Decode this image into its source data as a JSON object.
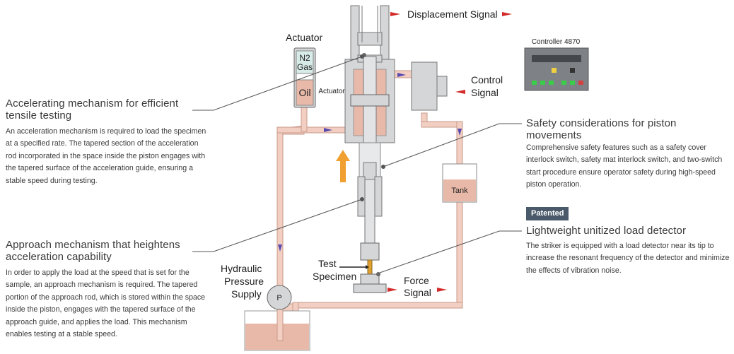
{
  "labels": {
    "displacement_signal": "Displacement Signal",
    "actuator_top": "Actuator",
    "n2": "N2",
    "gas": "Gas",
    "oil": "Oil",
    "actuator_body": "Actuator",
    "controller": "Controller 4870",
    "control_signal_1": "Control",
    "control_signal_2": "Signal",
    "tank": "Tank",
    "test_specimen_1": "Test",
    "test_specimen_2": "Specimen",
    "force_signal_1": "Force",
    "force_signal_2": "Signal",
    "hydraulic_1": "Hydraulic",
    "hydraulic_2": "Pressure",
    "hydraulic_3": "Supply",
    "pump": "P"
  },
  "sections": {
    "accelerating": {
      "title_1": "Accelerating mechanism for efficient",
      "title_2": "tensile testing",
      "body": "An acceleration mechanism is required to load the specimen at a specified rate. The tapered section of the acceleration rod incorporated in the space inside the piston engages with the tapered surface of the acceleration guide, ensuring a stable speed during testing."
    },
    "approach": {
      "title_1": "Approach mechanism that heightens",
      "title_2": "acceleration capability",
      "body": "In order to apply the load at the speed that is set for the sample, an approach mechanism is required. The tapered portion of the approach rod, which is stored within the space inside the piston, engages with the tapered surface of the approach guide, and applies the load. This mechanism enables testing at a stable speed."
    },
    "safety": {
      "title": "Safety considerations for piston movements",
      "body": "Comprehensive safety features such as a safety cover interlock switch, safety mat interlock switch, and two-switch start procedure ensure operator safety during high-speed piston operation."
    },
    "load_detector": {
      "badge": "Patented",
      "title": "Lightweight unitized load detector",
      "body": "The striker is equipped with a load detector near its tip to increase the resonant frequency of the detector and minimize the effects of vibration noise."
    }
  },
  "colors": {
    "pipe": "#e8b8a8",
    "machine": "#d5d6d8",
    "signal_arrow": "#d42a2a",
    "flow_arrow": "#5a4ab0",
    "motion_arrow": "#f0a030",
    "badge": "#4a5a6a"
  }
}
